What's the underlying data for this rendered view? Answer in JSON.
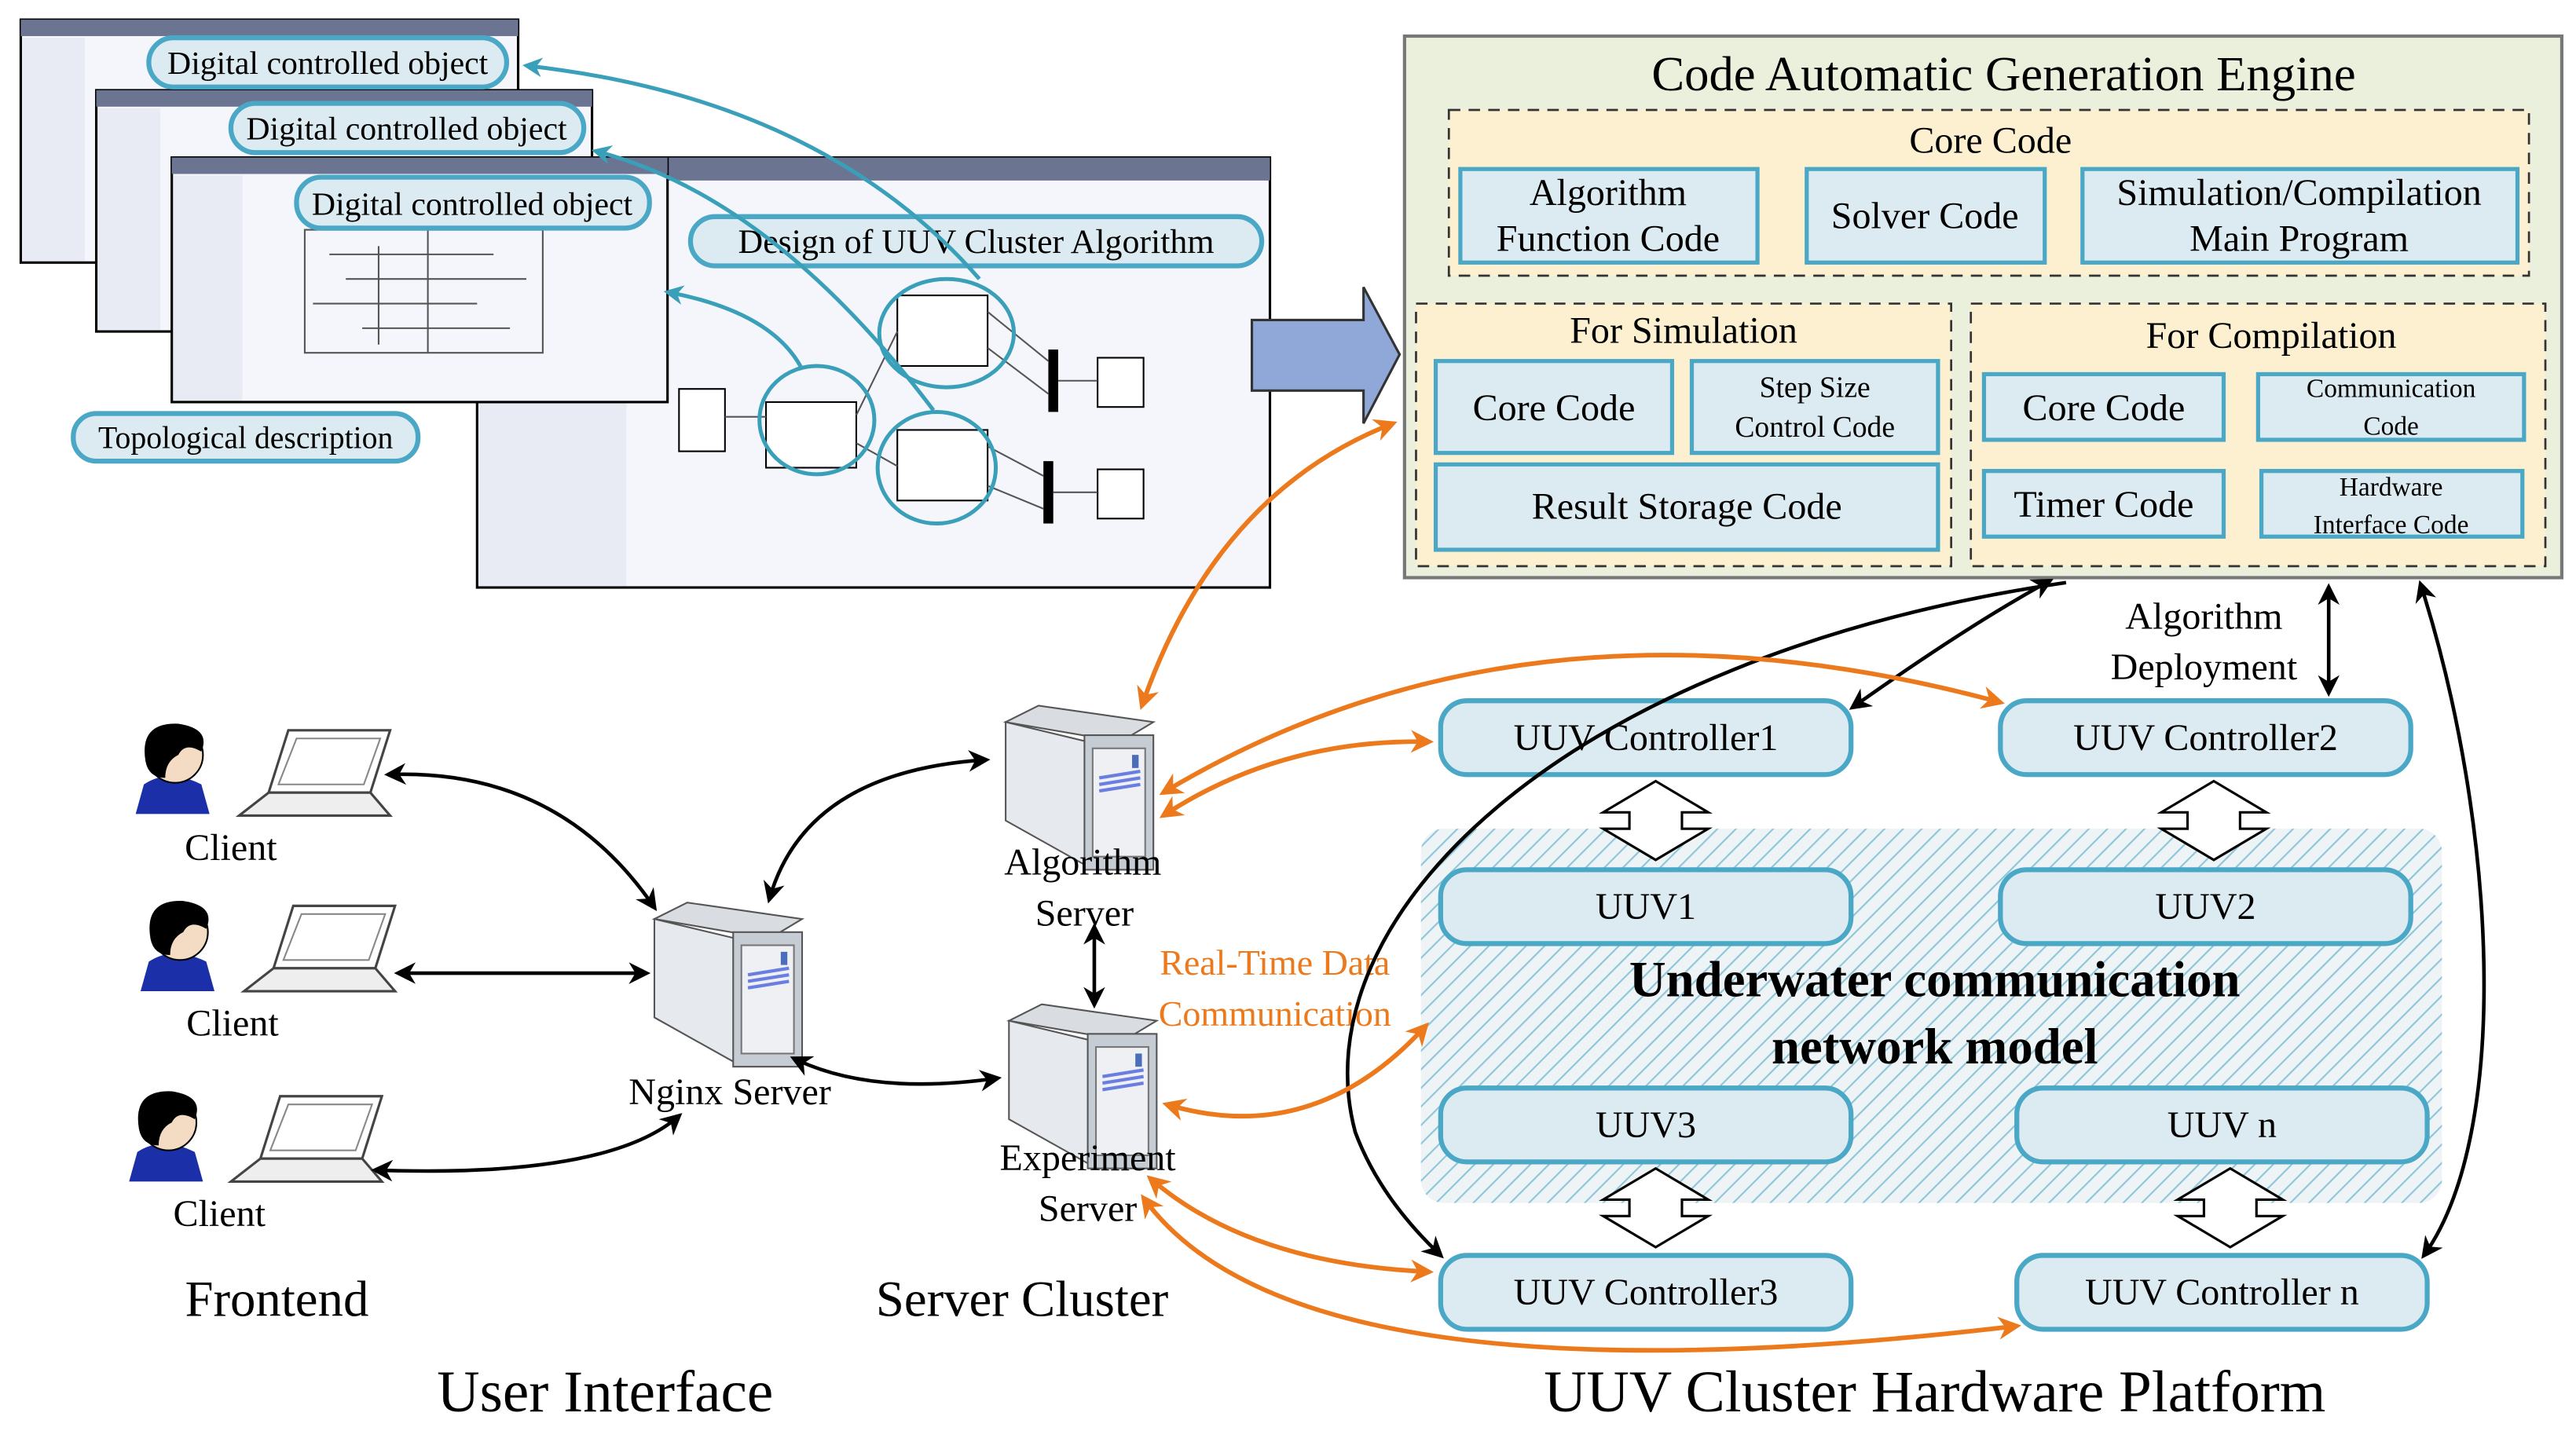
{
  "engine": {
    "title": "Code Automatic Generation Engine",
    "core": {
      "heading": "Core Code",
      "items": [
        [
          "Algorithm",
          "Function Code"
        ],
        [
          "Solver Code"
        ],
        [
          "Simulation/Compilation",
          "Main Program"
        ]
      ]
    },
    "simulation": {
      "heading": "For Simulation",
      "items": [
        [
          "Core Code"
        ],
        [
          "Step Size",
          "Control Code"
        ],
        [
          "Result Storage Code"
        ]
      ]
    },
    "compilation": {
      "heading": "For Compilation",
      "items": [
        [
          "Core Code"
        ],
        [
          "Communication",
          "Code"
        ],
        [
          "Timer Code"
        ],
        [
          "Hardware",
          "Interface Code"
        ]
      ]
    }
  },
  "ui": {
    "digital1": "Digital controlled object",
    "digital2": "Digital controlled object",
    "digital3": "Digital controlled object",
    "design": "Design of UUV Cluster Algorithm",
    "topo": "Topological description",
    "clients": [
      "Client",
      "Client",
      "Client"
    ],
    "frontend": "Frontend",
    "server_cluster": "Server Cluster",
    "user_interface": "User Interface",
    "nginx": "Nginx Server",
    "algorithm_server": [
      "Algorithm",
      "Server"
    ],
    "experiment_server": [
      "Experiment",
      "Server"
    ],
    "realtime": [
      "Real-Time Data",
      "Communication"
    ]
  },
  "platform": {
    "controllers": [
      "UUV Controller1",
      "UUV Controller2",
      "UUV Controller3",
      "UUV Controller n"
    ],
    "uuvs": [
      "UUV1",
      "UUV2",
      "UUV3",
      "UUV n"
    ],
    "network": [
      "Underwater communication",
      "network model"
    ],
    "deployment": [
      "Algorithm",
      "Deployment"
    ],
    "title": "UUV Cluster Hardware Platform"
  },
  "colors": {
    "box_fill": "#dcebf1",
    "box_stroke": "#4aa8c6",
    "engine_bg": "#ebf0dc",
    "dashed_bg": "#fdf0d0",
    "orange": "#ec7a1c",
    "arrow_blue": "#8fa8d8"
  }
}
